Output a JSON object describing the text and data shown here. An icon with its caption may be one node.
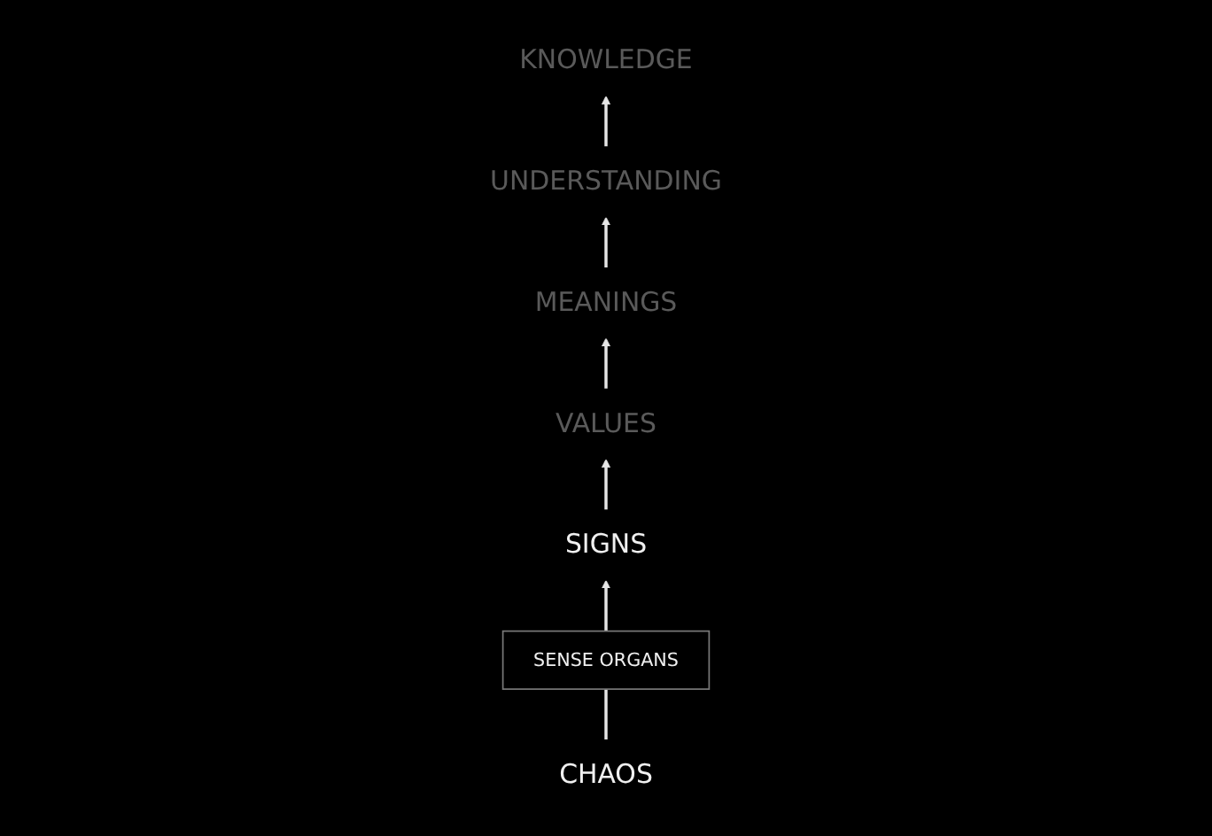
{
  "diagram": {
    "nodes": [
      {
        "text": [
          "VALUES"
        ]
      },
      {
        "text": [
          "MEANINGS"
        ]
      },
      {
        "text": [
          "SIGNS"
        ]
      },
      {
        "text": [
          "CHAOS"
        ]
      },
      {
        "text": [
          "SENSE ORGANS"
        ]
      },
      {
        "text": [
          "UNDERSTANDING"
        ]
      },
      {
        "text": [
          "KNOWLEDGE"
        ]
      }
    ],
    "edges": [
      {
        "from": 3,
        "to": 4,
        "arrow": "none"
      },
      {
        "from": 4,
        "to": 2,
        "arrow": "to"
      },
      {
        "from": 2,
        "to": 0,
        "arrow": "to"
      },
      {
        "from": 0,
        "to": 1,
        "arrow": "to"
      },
      {
        "from": 1,
        "to": 5,
        "arrow": "to"
      },
      {
        "from": 5,
        "to": 6,
        "arrow": "to"
      }
    ]
  }
}
